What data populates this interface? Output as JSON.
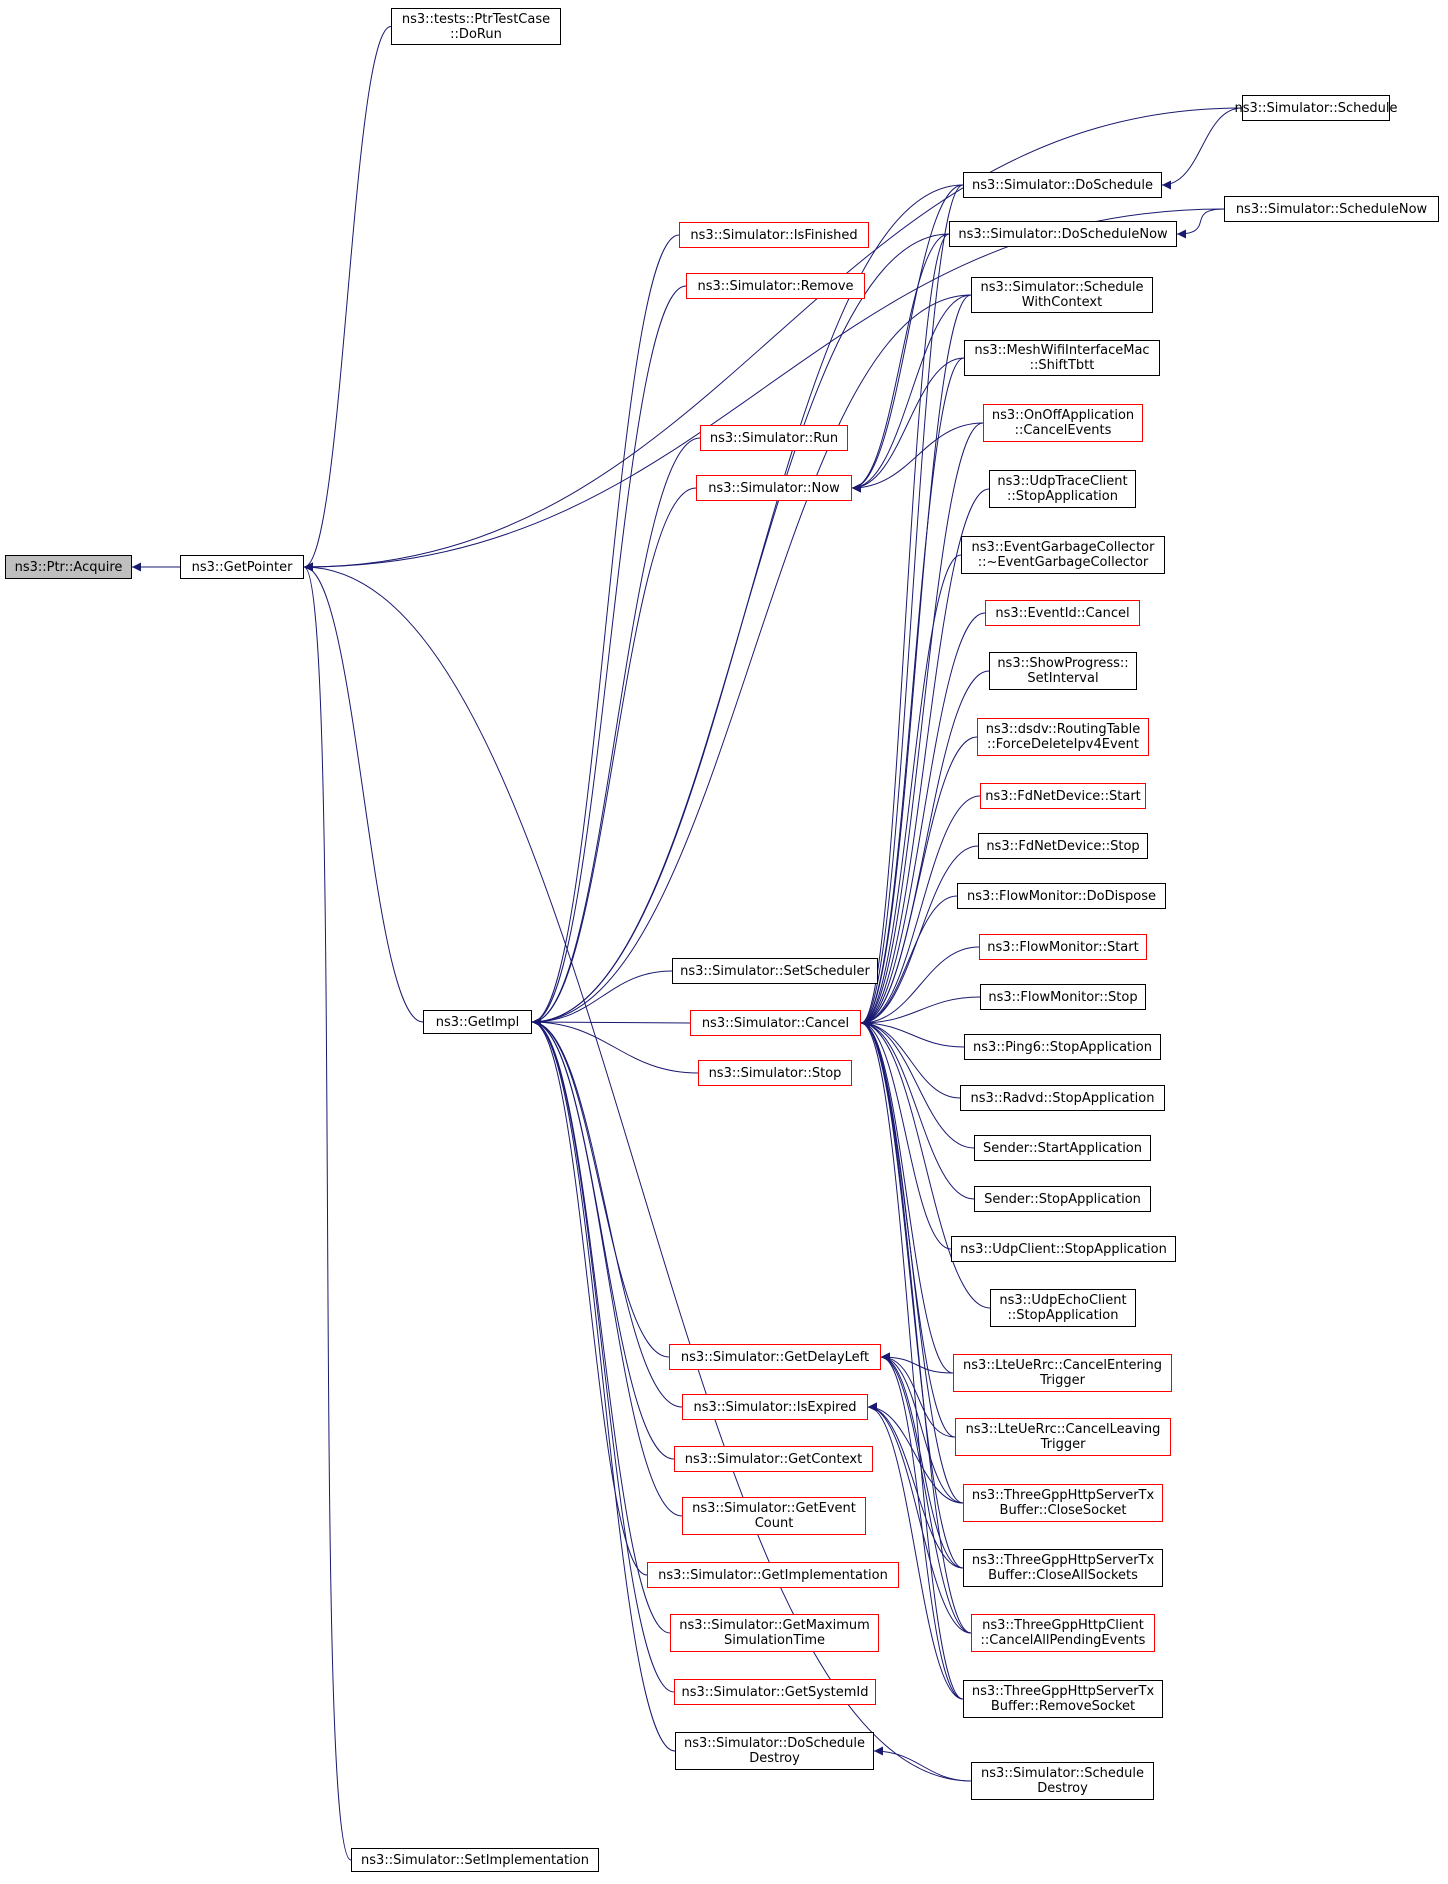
{
  "colors": {
    "edge": "#191970",
    "default_border": "#000000",
    "incomplete_border": "#ff0000",
    "root_fill": "#bfbfbf"
  },
  "nodes": [
    {
      "id": "acquire",
      "label": "ns3::Ptr::Acquire",
      "style": "root"
    },
    {
      "id": "getpointer",
      "label": "ns3::GetPointer",
      "style": "normal"
    },
    {
      "id": "ptrtestcase",
      "label": "ns3::tests::PtrTestCase\n::DoRun",
      "style": "normal"
    },
    {
      "id": "getimpl",
      "label": "ns3::GetImpl",
      "style": "normal"
    },
    {
      "id": "setimplementation",
      "label": "ns3::Simulator::SetImplementation",
      "style": "normal"
    },
    {
      "id": "schedule",
      "label": "ns3::Simulator::Schedule",
      "style": "normal"
    },
    {
      "id": "schedulenow",
      "label": "ns3::Simulator::ScheduleNow",
      "style": "normal"
    },
    {
      "id": "doschedule",
      "label": "ns3::Simulator::DoSchedule",
      "style": "normal"
    },
    {
      "id": "doschedulenow",
      "label": "ns3::Simulator::DoScheduleNow",
      "style": "normal"
    },
    {
      "id": "isfinished",
      "label": "ns3::Simulator::IsFinished",
      "style": "red"
    },
    {
      "id": "remove",
      "label": "ns3::Simulator::Remove",
      "style": "red"
    },
    {
      "id": "schedulewithcontext",
      "label": "ns3::Simulator::Schedule\nWithContext",
      "style": "normal"
    },
    {
      "id": "shifttbtt",
      "label": "ns3::MeshWifiInterfaceMac\n::ShiftTbtt",
      "style": "normal"
    },
    {
      "id": "run",
      "label": "ns3::Simulator::Run",
      "style": "red"
    },
    {
      "id": "now",
      "label": "ns3::Simulator::Now",
      "style": "red"
    },
    {
      "id": "onoffcancel",
      "label": "ns3::OnOffApplication\n::CancelEvents",
      "style": "red"
    },
    {
      "id": "udptracestop",
      "label": "ns3::UdpTraceClient\n::StopApplication",
      "style": "normal"
    },
    {
      "id": "gcdtor",
      "label": "ns3::EventGarbageCollector\n::~EventGarbageCollector",
      "style": "normal"
    },
    {
      "id": "eventidcancel",
      "label": "ns3::EventId::Cancel",
      "style": "red"
    },
    {
      "id": "showprogress",
      "label": "ns3::ShowProgress::\nSetInterval",
      "style": "normal"
    },
    {
      "id": "dsdvforce",
      "label": "ns3::dsdv::RoutingTable\n::ForceDeleteIpv4Event",
      "style": "red"
    },
    {
      "id": "fdstart",
      "label": "ns3::FdNetDevice::Start",
      "style": "red"
    },
    {
      "id": "fdstop",
      "label": "ns3::FdNetDevice::Stop",
      "style": "normal"
    },
    {
      "id": "fmdispose",
      "label": "ns3::FlowMonitor::DoDispose",
      "style": "normal"
    },
    {
      "id": "fmstart",
      "label": "ns3::FlowMonitor::Start",
      "style": "red"
    },
    {
      "id": "fmstop",
      "label": "ns3::FlowMonitor::Stop",
      "style": "normal"
    },
    {
      "id": "setscheduler",
      "label": "ns3::Simulator::SetScheduler",
      "style": "normal"
    },
    {
      "id": "cancel",
      "label": "ns3::Simulator::Cancel",
      "style": "red"
    },
    {
      "id": "ping6stop",
      "label": "ns3::Ping6::StopApplication",
      "style": "normal"
    },
    {
      "id": "stop",
      "label": "ns3::Simulator::Stop",
      "style": "red"
    },
    {
      "id": "radvdstop",
      "label": "ns3::Radvd::StopApplication",
      "style": "normal"
    },
    {
      "id": "senderstart",
      "label": "Sender::StartApplication",
      "style": "normal"
    },
    {
      "id": "senderstop",
      "label": "Sender::StopApplication",
      "style": "normal"
    },
    {
      "id": "udpclientstop",
      "label": "ns3::UdpClient::StopApplication",
      "style": "normal"
    },
    {
      "id": "udpechostop",
      "label": "ns3::UdpEchoClient\n::StopApplication",
      "style": "normal"
    },
    {
      "id": "getdelayleft",
      "label": "ns3::Simulator::GetDelayLeft",
      "style": "red"
    },
    {
      "id": "lteentering",
      "label": "ns3::LteUeRrc::CancelEntering\nTrigger",
      "style": "red"
    },
    {
      "id": "isexpired",
      "label": "ns3::Simulator::IsExpired",
      "style": "red"
    },
    {
      "id": "lteleaving",
      "label": "ns3::LteUeRrc::CancelLeaving\nTrigger",
      "style": "red"
    },
    {
      "id": "getcontext",
      "label": "ns3::Simulator::GetContext",
      "style": "red"
    },
    {
      "id": "closesocket",
      "label": "ns3::ThreeGppHttpServerTx\nBuffer::CloseSocket",
      "style": "red"
    },
    {
      "id": "geteventcount",
      "label": "ns3::Simulator::GetEvent\nCount",
      "style": "red"
    },
    {
      "id": "closeallsockets",
      "label": "ns3::ThreeGppHttpServerTx\nBuffer::CloseAllSockets",
      "style": "normal"
    },
    {
      "id": "getimplementation",
      "label": "ns3::Simulator::GetImplementation",
      "style": "red"
    },
    {
      "id": "getmaxsimtime",
      "label": "ns3::Simulator::GetMaximum\nSimulationTime",
      "style": "red"
    },
    {
      "id": "cancelallpending",
      "label": "ns3::ThreeGppHttpClient\n::CancelAllPendingEvents",
      "style": "red"
    },
    {
      "id": "getsystemid",
      "label": "ns3::Simulator::GetSystemId",
      "style": "red"
    },
    {
      "id": "removesocket",
      "label": "ns3::ThreeGppHttpServerTx\nBuffer::RemoveSocket",
      "style": "normal"
    },
    {
      "id": "doscheduledestroy",
      "label": "ns3::Simulator::DoSchedule\nDestroy",
      "style": "normal"
    },
    {
      "id": "scheduledestroy",
      "label": "ns3::Simulator::Schedule\nDestroy",
      "style": "normal"
    }
  ],
  "edges": [
    [
      "getpointer",
      "acquire"
    ],
    [
      "ptrtestcase",
      "getpointer"
    ],
    [
      "schedule",
      "getpointer"
    ],
    [
      "schedulenow",
      "getpointer"
    ],
    [
      "getimpl",
      "getpointer"
    ],
    [
      "setimplementation",
      "getpointer"
    ],
    [
      "scheduledestroy",
      "getpointer"
    ],
    [
      "doschedule",
      "getimpl"
    ],
    [
      "doschedulenow",
      "getimpl"
    ],
    [
      "isfinished",
      "getimpl"
    ],
    [
      "remove",
      "getimpl"
    ],
    [
      "schedulewithcontext",
      "getimpl"
    ],
    [
      "run",
      "getimpl"
    ],
    [
      "now",
      "getimpl"
    ],
    [
      "setscheduler",
      "getimpl"
    ],
    [
      "cancel",
      "getimpl"
    ],
    [
      "stop",
      "getimpl"
    ],
    [
      "getdelayleft",
      "getimpl"
    ],
    [
      "isexpired",
      "getimpl"
    ],
    [
      "getcontext",
      "getimpl"
    ],
    [
      "geteventcount",
      "getimpl"
    ],
    [
      "getimplementation",
      "getimpl"
    ],
    [
      "getmaxsimtime",
      "getimpl"
    ],
    [
      "getsystemid",
      "getimpl"
    ],
    [
      "doscheduledestroy",
      "getimpl"
    ],
    [
      "schedule",
      "doschedule"
    ],
    [
      "schedulenow",
      "doschedulenow"
    ],
    [
      "doschedule",
      "now"
    ],
    [
      "doschedulenow",
      "now"
    ],
    [
      "schedulewithcontext",
      "now"
    ],
    [
      "shifttbtt",
      "now"
    ],
    [
      "onoffcancel",
      "now"
    ],
    [
      "doschedule",
      "cancel"
    ],
    [
      "doschedulenow",
      "cancel"
    ],
    [
      "schedulewithcontext",
      "cancel"
    ],
    [
      "shifttbtt",
      "cancel"
    ],
    [
      "onoffcancel",
      "cancel"
    ],
    [
      "udptracestop",
      "cancel"
    ],
    [
      "gcdtor",
      "cancel"
    ],
    [
      "eventidcancel",
      "cancel"
    ],
    [
      "showprogress",
      "cancel"
    ],
    [
      "dsdvforce",
      "cancel"
    ],
    [
      "fdstart",
      "cancel"
    ],
    [
      "fdstop",
      "cancel"
    ],
    [
      "fmdispose",
      "cancel"
    ],
    [
      "fmstart",
      "cancel"
    ],
    [
      "fmstop",
      "cancel"
    ],
    [
      "ping6stop",
      "cancel"
    ],
    [
      "radvdstop",
      "cancel"
    ],
    [
      "senderstart",
      "cancel"
    ],
    [
      "senderstop",
      "cancel"
    ],
    [
      "udpclientstop",
      "cancel"
    ],
    [
      "udpechostop",
      "cancel"
    ],
    [
      "lteentering",
      "cancel"
    ],
    [
      "lteleaving",
      "cancel"
    ],
    [
      "closesocket",
      "cancel"
    ],
    [
      "closeallsockets",
      "cancel"
    ],
    [
      "cancelallpending",
      "cancel"
    ],
    [
      "removesocket",
      "cancel"
    ],
    [
      "lteentering",
      "getdelayleft"
    ],
    [
      "lteleaving",
      "getdelayleft"
    ],
    [
      "closesocket",
      "getdelayleft"
    ],
    [
      "closeallsockets",
      "getdelayleft"
    ],
    [
      "cancelallpending",
      "getdelayleft"
    ],
    [
      "removesocket",
      "getdelayleft"
    ],
    [
      "closesocket",
      "isexpired"
    ],
    [
      "closeallsockets",
      "isexpired"
    ],
    [
      "cancelallpending",
      "isexpired"
    ],
    [
      "removesocket",
      "isexpired"
    ],
    [
      "scheduledestroy",
      "doscheduledestroy"
    ]
  ]
}
